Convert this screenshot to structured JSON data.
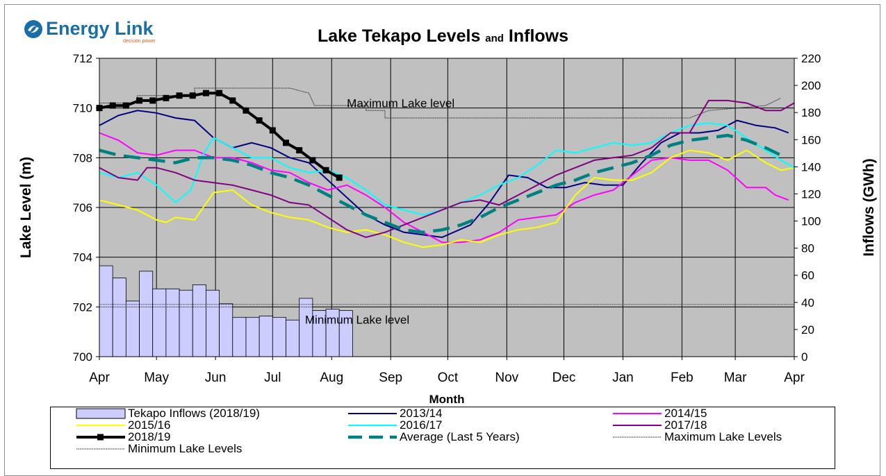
{
  "logo": {
    "brand": "Energy Link",
    "tagline": "decision power"
  },
  "colors": {
    "plot_bg": "#c0c0c0",
    "inflow_bar": "#ccccff",
    "s2013": "#000080",
    "s2014": "#ff00ff",
    "s2015": "#ffff00",
    "s2016": "#00ffff",
    "s2017": "#800080",
    "s2018": "#000000",
    "avg": "#008080"
  },
  "chart_data": {
    "type": "line",
    "title_main_1": "Lake Tekapo Levels ",
    "title_small": "and",
    "title_main_2": " Inflows",
    "xlabel": "Month",
    "ylabel": "Lake Level (m)",
    "y2label": "Inflows (GWh)",
    "ylim": [
      700,
      712
    ],
    "y2lim": [
      0,
      220
    ],
    "xlim": [
      0,
      365
    ],
    "yticks": [
      700,
      702,
      704,
      706,
      708,
      710,
      712
    ],
    "y2ticks": [
      0,
      20,
      40,
      60,
      80,
      100,
      120,
      140,
      160,
      180,
      200,
      220
    ],
    "month_ticks": [
      {
        "label": "Apr",
        "day": 0
      },
      {
        "label": "May",
        "day": 30
      },
      {
        "label": "Jun",
        "day": 61
      },
      {
        "label": "Jul",
        "day": 91
      },
      {
        "label": "Aug",
        "day": 122
      },
      {
        "label": "Sep",
        "day": 153
      },
      {
        "label": "Oct",
        "day": 183
      },
      {
        "label": "Nov",
        "day": 214
      },
      {
        "label": "Dec",
        "day": 244
      },
      {
        "label": "Jan",
        "day": 275
      },
      {
        "label": "Feb",
        "day": 306
      },
      {
        "label": "Mar",
        "day": 334
      },
      {
        "label": "Apr",
        "day": 365
      }
    ],
    "grid": true,
    "annotations": [
      {
        "text": "Maximum Lake level",
        "day": 130,
        "level": 710.2
      },
      {
        "text": "Minimum Lake level",
        "day": 108,
        "level": 701.5
      }
    ],
    "inflows": {
      "name": "Tekapo Inflows (2018/19)",
      "start_day": 0,
      "width_days": 7,
      "values": [
        67,
        58,
        41,
        63,
        50,
        50,
        49,
        53,
        49,
        39,
        29,
        29,
        30,
        29,
        27,
        43,
        34,
        35,
        34
      ]
    },
    "max_level": {
      "name": "Maximum Lake  Levels",
      "points": [
        [
          0,
          710.2
        ],
        [
          20,
          710.2
        ],
        [
          20,
          710.5
        ],
        [
          50,
          710.5
        ],
        [
          50,
          710.8
        ],
        [
          100,
          710.8
        ],
        [
          110,
          710.6
        ],
        [
          113,
          710.1
        ],
        [
          140,
          710.1
        ],
        [
          140,
          709.9
        ],
        [
          150,
          709.9
        ],
        [
          150,
          709.6
        ],
        [
          310,
          709.6
        ],
        [
          320,
          709.9
        ],
        [
          350,
          710.1
        ],
        [
          358,
          710.4
        ]
      ]
    },
    "min_level": {
      "name": "Minimum Lake Levels",
      "points": [
        [
          0,
          702.1
        ],
        [
          365,
          702.1
        ],
        [
          0,
          702.0
        ],
        [
          365,
          702.0
        ]
      ]
    },
    "series": [
      {
        "name": "2013/14",
        "key": "s2013",
        "points": [
          [
            0,
            709.3
          ],
          [
            10,
            709.7
          ],
          [
            20,
            709.9
          ],
          [
            30,
            709.8
          ],
          [
            40,
            709.6
          ],
          [
            50,
            709.5
          ],
          [
            60,
            708.8
          ],
          [
            70,
            708.4
          ],
          [
            80,
            708.6
          ],
          [
            90,
            708.4
          ],
          [
            100,
            708.0
          ],
          [
            110,
            707.8
          ],
          [
            120,
            707.1
          ],
          [
            130,
            706.4
          ],
          [
            140,
            705.7
          ],
          [
            150,
            705.3
          ],
          [
            160,
            705.0
          ],
          [
            170,
            704.9
          ],
          [
            180,
            704.8
          ],
          [
            195,
            705.3
          ],
          [
            205,
            706.2
          ],
          [
            215,
            707.3
          ],
          [
            225,
            707.2
          ],
          [
            235,
            706.8
          ],
          [
            245,
            706.8
          ],
          [
            255,
            707.0
          ],
          [
            265,
            706.9
          ],
          [
            275,
            706.9
          ],
          [
            285,
            707.8
          ],
          [
            295,
            708.6
          ],
          [
            305,
            709.0
          ],
          [
            315,
            709.0
          ],
          [
            325,
            709.1
          ],
          [
            335,
            709.5
          ],
          [
            345,
            709.3
          ],
          [
            355,
            709.2
          ],
          [
            362,
            709.0
          ]
        ]
      },
      {
        "name": "2014/15",
        "key": "s2014",
        "points": [
          [
            0,
            709.0
          ],
          [
            10,
            708.7
          ],
          [
            20,
            708.2
          ],
          [
            30,
            708.1
          ],
          [
            40,
            708.3
          ],
          [
            50,
            708.3
          ],
          [
            60,
            708.0
          ],
          [
            70,
            708.0
          ],
          [
            80,
            707.8
          ],
          [
            90,
            707.5
          ],
          [
            100,
            707.4
          ],
          [
            110,
            707.0
          ],
          [
            120,
            706.7
          ],
          [
            130,
            706.9
          ],
          [
            140,
            706.5
          ],
          [
            150,
            706.0
          ],
          [
            160,
            705.4
          ],
          [
            170,
            705.0
          ],
          [
            180,
            704.6
          ],
          [
            190,
            704.6
          ],
          [
            200,
            704.7
          ],
          [
            210,
            705.0
          ],
          [
            220,
            705.5
          ],
          [
            230,
            705.6
          ],
          [
            240,
            705.7
          ],
          [
            250,
            706.2
          ],
          [
            260,
            706.5
          ],
          [
            270,
            706.7
          ],
          [
            280,
            707.3
          ],
          [
            290,
            707.9
          ],
          [
            300,
            708.0
          ],
          [
            310,
            707.9
          ],
          [
            320,
            707.9
          ],
          [
            330,
            707.5
          ],
          [
            340,
            706.8
          ],
          [
            350,
            706.8
          ],
          [
            355,
            706.5
          ],
          [
            362,
            706.3
          ]
        ]
      },
      {
        "name": "2015/16",
        "key": "s2015",
        "points": [
          [
            0,
            706.3
          ],
          [
            10,
            706.1
          ],
          [
            20,
            705.9
          ],
          [
            30,
            705.5
          ],
          [
            35,
            705.4
          ],
          [
            40,
            705.6
          ],
          [
            50,
            705.5
          ],
          [
            60,
            706.6
          ],
          [
            70,
            706.7
          ],
          [
            80,
            706.1
          ],
          [
            90,
            705.8
          ],
          [
            100,
            705.6
          ],
          [
            110,
            705.5
          ],
          [
            120,
            705.2
          ],
          [
            130,
            705.0
          ],
          [
            140,
            705.1
          ],
          [
            150,
            704.9
          ],
          [
            160,
            704.6
          ],
          [
            170,
            704.4
          ],
          [
            180,
            704.5
          ],
          [
            190,
            704.7
          ],
          [
            200,
            704.6
          ],
          [
            210,
            704.9
          ],
          [
            220,
            705.1
          ],
          [
            230,
            705.2
          ],
          [
            240,
            705.4
          ],
          [
            250,
            706.5
          ],
          [
            260,
            707.2
          ],
          [
            270,
            707.1
          ],
          [
            280,
            707.1
          ],
          [
            290,
            707.4
          ],
          [
            300,
            708.0
          ],
          [
            310,
            708.3
          ],
          [
            320,
            708.2
          ],
          [
            330,
            707.9
          ],
          [
            340,
            708.3
          ],
          [
            350,
            707.8
          ],
          [
            358,
            707.5
          ],
          [
            365,
            707.6
          ]
        ]
      },
      {
        "name": "2016/17",
        "key": "s2016",
        "points": [
          [
            0,
            707.4
          ],
          [
            10,
            707.2
          ],
          [
            20,
            707.4
          ],
          [
            30,
            706.9
          ],
          [
            40,
            706.2
          ],
          [
            48,
            706.7
          ],
          [
            55,
            708.2
          ],
          [
            60,
            708.8
          ],
          [
            70,
            708.4
          ],
          [
            80,
            708.0
          ],
          [
            90,
            708.0
          ],
          [
            100,
            707.6
          ],
          [
            110,
            707.4
          ],
          [
            120,
            707.5
          ],
          [
            130,
            707.2
          ],
          [
            140,
            706.7
          ],
          [
            150,
            706.1
          ],
          [
            160,
            705.9
          ],
          [
            170,
            705.7
          ],
          [
            180,
            705.9
          ],
          [
            190,
            706.2
          ],
          [
            200,
            706.5
          ],
          [
            210,
            706.9
          ],
          [
            220,
            707.2
          ],
          [
            230,
            707.7
          ],
          [
            240,
            708.3
          ],
          [
            250,
            708.2
          ],
          [
            260,
            708.4
          ],
          [
            270,
            708.6
          ],
          [
            280,
            708.5
          ],
          [
            290,
            708.6
          ],
          [
            300,
            709.0
          ],
          [
            310,
            709.3
          ],
          [
            320,
            709.4
          ],
          [
            330,
            709.3
          ],
          [
            340,
            708.8
          ],
          [
            350,
            708.3
          ],
          [
            358,
            707.9
          ],
          [
            365,
            707.6
          ]
        ]
      },
      {
        "name": "2017/18",
        "key": "s2017",
        "points": [
          [
            0,
            707.6
          ],
          [
            10,
            707.2
          ],
          [
            20,
            707.1
          ],
          [
            25,
            707.6
          ],
          [
            30,
            707.6
          ],
          [
            40,
            707.4
          ],
          [
            50,
            707.1
          ],
          [
            60,
            707.0
          ],
          [
            70,
            706.9
          ],
          [
            80,
            706.7
          ],
          [
            90,
            706.5
          ],
          [
            100,
            706.2
          ],
          [
            110,
            706.1
          ],
          [
            120,
            705.6
          ],
          [
            130,
            705.1
          ],
          [
            140,
            704.8
          ],
          [
            150,
            705.0
          ],
          [
            160,
            705.3
          ],
          [
            170,
            705.6
          ],
          [
            180,
            705.9
          ],
          [
            190,
            706.2
          ],
          [
            200,
            706.3
          ],
          [
            210,
            706.1
          ],
          [
            220,
            706.5
          ],
          [
            230,
            706.9
          ],
          [
            240,
            707.3
          ],
          [
            250,
            707.6
          ],
          [
            260,
            707.9
          ],
          [
            270,
            708.0
          ],
          [
            280,
            708.1
          ],
          [
            290,
            708.4
          ],
          [
            300,
            709.0
          ],
          [
            310,
            709.0
          ],
          [
            320,
            710.3
          ],
          [
            330,
            710.3
          ],
          [
            340,
            710.2
          ],
          [
            350,
            709.9
          ],
          [
            358,
            709.9
          ],
          [
            365,
            710.2
          ]
        ]
      },
      {
        "name": "2018/19",
        "key": "s2018",
        "marker": "square",
        "points": [
          [
            0,
            710.0
          ],
          [
            7,
            710.1
          ],
          [
            14,
            710.1
          ],
          [
            21,
            710.3
          ],
          [
            28,
            710.3
          ],
          [
            35,
            710.4
          ],
          [
            42,
            710.5
          ],
          [
            49,
            710.5
          ],
          [
            56,
            710.6
          ],
          [
            63,
            710.6
          ],
          [
            70,
            710.3
          ],
          [
            77,
            709.9
          ],
          [
            84,
            709.5
          ],
          [
            91,
            709.1
          ],
          [
            98,
            708.6
          ],
          [
            105,
            708.3
          ],
          [
            112,
            707.9
          ],
          [
            119,
            707.5
          ],
          [
            126,
            707.2
          ]
        ]
      },
      {
        "name": "Average (Last 5 Years)",
        "key": "avg",
        "dash": true,
        "points": [
          [
            0,
            708.3
          ],
          [
            10,
            708.1
          ],
          [
            20,
            708.0
          ],
          [
            30,
            707.9
          ],
          [
            40,
            707.8
          ],
          [
            50,
            708.0
          ],
          [
            60,
            708.0
          ],
          [
            70,
            707.9
          ],
          [
            80,
            707.7
          ],
          [
            90,
            707.4
          ],
          [
            100,
            707.2
          ],
          [
            110,
            706.9
          ],
          [
            120,
            706.5
          ],
          [
            130,
            706.1
          ],
          [
            140,
            705.7
          ],
          [
            150,
            705.4
          ],
          [
            160,
            705.1
          ],
          [
            170,
            705.0
          ],
          [
            180,
            705.1
          ],
          [
            190,
            705.3
          ],
          [
            200,
            705.6
          ],
          [
            210,
            706.0
          ],
          [
            220,
            706.3
          ],
          [
            230,
            706.6
          ],
          [
            240,
            706.9
          ],
          [
            250,
            707.1
          ],
          [
            260,
            707.4
          ],
          [
            270,
            707.6
          ],
          [
            280,
            707.8
          ],
          [
            290,
            708.1
          ],
          [
            300,
            708.5
          ],
          [
            310,
            708.7
          ],
          [
            320,
            708.8
          ],
          [
            330,
            708.9
          ],
          [
            340,
            708.7
          ],
          [
            350,
            708.4
          ],
          [
            358,
            708.1
          ]
        ]
      }
    ]
  },
  "legend": {
    "items": [
      {
        "label": "Tekapo Inflows (2018/19)",
        "swatch": "bar"
      },
      {
        "label": "2013/14",
        "swatch": "s2013"
      },
      {
        "label": "2014/15",
        "swatch": "s2014"
      },
      {
        "label": "2015/16",
        "swatch": "s2015"
      },
      {
        "label": "2016/17",
        "swatch": "s2016"
      },
      {
        "label": "2017/18",
        "swatch": "s2017"
      },
      {
        "label": "2018/19",
        "swatch": "s2018"
      },
      {
        "label": "Average (Last 5 Years)",
        "swatch": "avg"
      },
      {
        "label": "Maximum Lake  Levels",
        "swatch": "max"
      },
      {
        "label": "Minimum Lake Levels",
        "swatch": "min"
      }
    ]
  }
}
